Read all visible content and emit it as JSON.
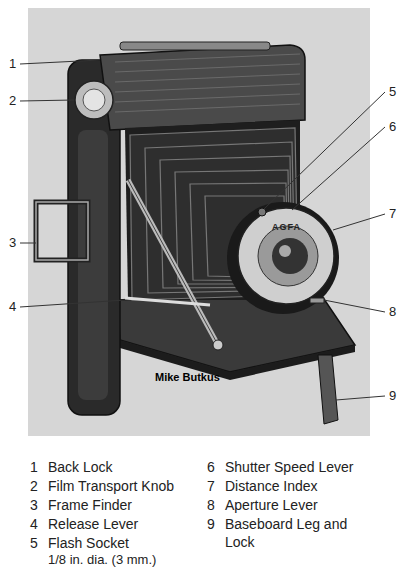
{
  "diagram": {
    "labels": [
      "1",
      "2",
      "3",
      "4",
      "5",
      "6",
      "7",
      "8",
      "9",
      "1",
      "Back Lock",
      "2",
      "Film Transport Knob",
      "3",
      "Frame Finder",
      "4",
      "Release Lever",
      "5",
      "Flash Socket",
      "1/8 in. dia. (3 mm.)",
      "6",
      "Shutter Speed Lever",
      "7",
      "Distance Index",
      "8",
      "Aperture Lever",
      "9",
      "Baseboard Leg and Lock",
      "AGFA",
      "Mike Butkus"
    ]
  }
}
